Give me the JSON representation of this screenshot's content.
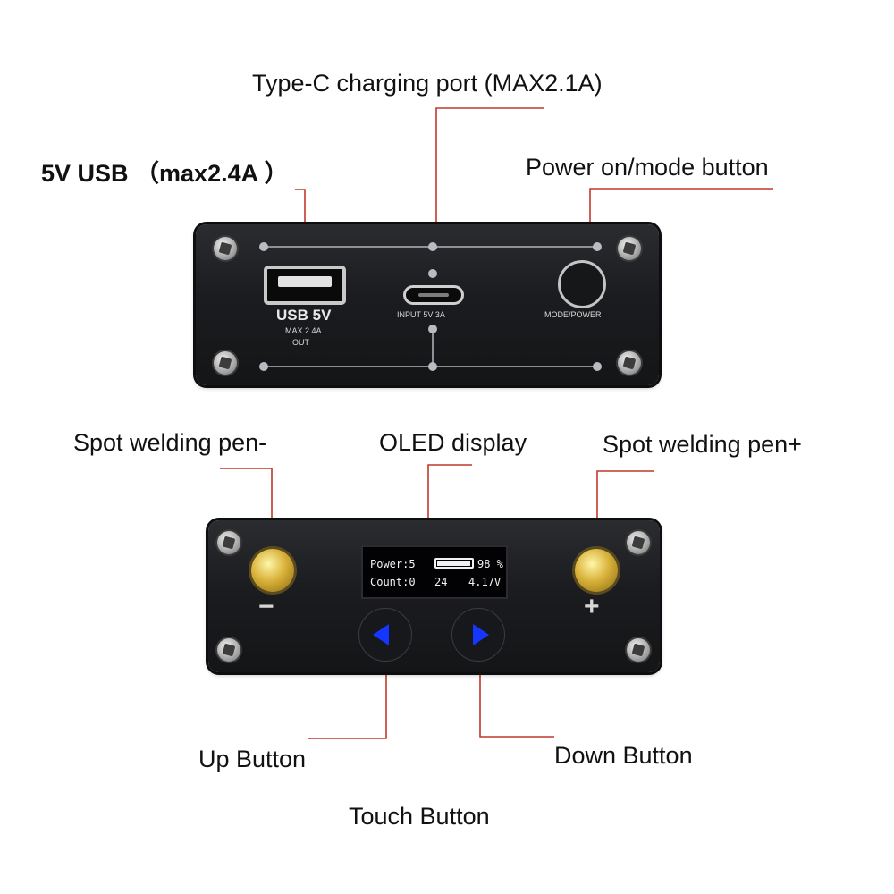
{
  "callouts": {
    "typec_port": "Type-C charging port (MAX2.1A)",
    "usb_5v": "5V USB （max2.4A ）",
    "power_mode": "Power on/mode button",
    "pen_minus": "Spot welding pen-",
    "oled_display": "OLED display",
    "pen_plus": "Spot welding pen+",
    "up_button": "Up Button",
    "down_button": "Down Button",
    "touch_button": "Touch Button"
  },
  "top_panel": {
    "usb_label": "USB 5V",
    "usb_max": "MAX 2.4A",
    "usb_out": "OUT",
    "input_label": "INPUT  5V 3A",
    "mode_label": "MODE/POWER"
  },
  "bottom_panel": {
    "minus_sign": "−",
    "plus_sign": "+"
  },
  "oled": {
    "power_text": "Power:5",
    "battery_percent_text": "98 %",
    "battery_fill": 0.98,
    "count_text": "Count:0",
    "count_extra": "24",
    "voltage_text": "4.17V"
  },
  "colors": {
    "leader_line": "#c0392b",
    "arrow_blue": "#1436ff"
  }
}
